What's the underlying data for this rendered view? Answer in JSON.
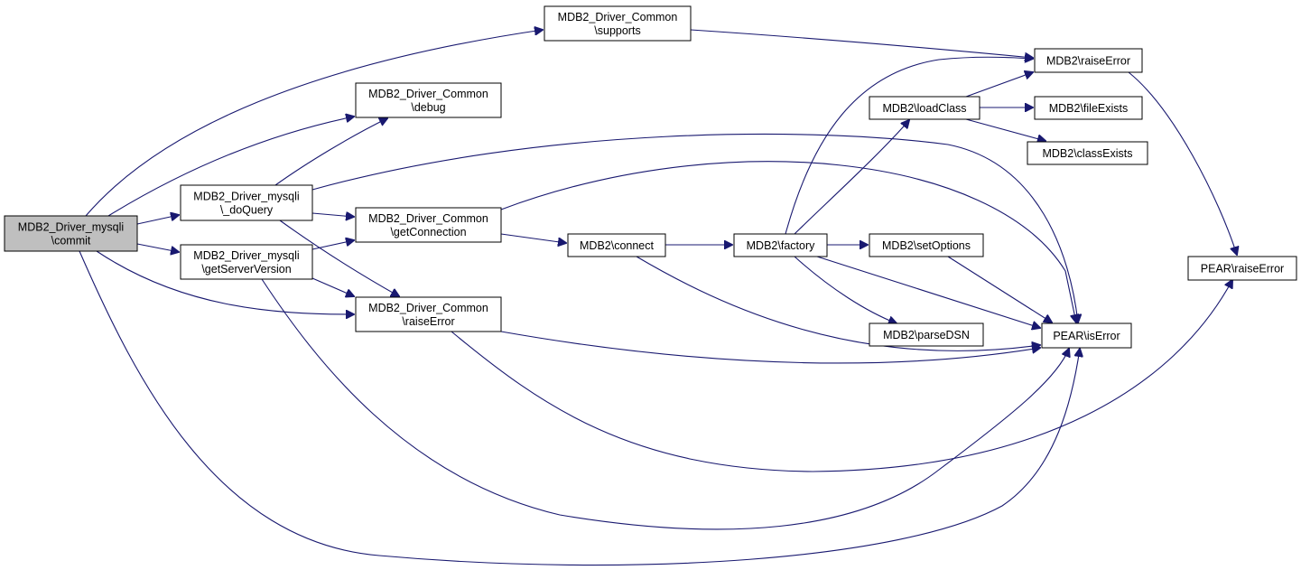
{
  "colors": {
    "edge": "#191970",
    "node_border": "#000000",
    "root_fill": "#bfbfbf",
    "node_fill": "#ffffff"
  },
  "nodes": {
    "commit": {
      "lines": [
        "MDB2_Driver_mysqli",
        "\\commit"
      ]
    },
    "supports": {
      "lines": [
        "MDB2_Driver_Common",
        "\\supports"
      ]
    },
    "debug": {
      "lines": [
        "MDB2_Driver_Common",
        "\\debug"
      ]
    },
    "doQuery": {
      "lines": [
        "MDB2_Driver_mysqli",
        "\\_doQuery"
      ]
    },
    "getServerVersion": {
      "lines": [
        "MDB2_Driver_mysqli",
        "\\getServerVersion"
      ]
    },
    "getConnection": {
      "lines": [
        "MDB2_Driver_Common",
        "\\getConnection"
      ]
    },
    "commonRaiseError": {
      "lines": [
        "MDB2_Driver_Common",
        "\\raiseError"
      ]
    },
    "connect": {
      "lines": [
        "MDB2\\connect"
      ]
    },
    "factory": {
      "lines": [
        "MDB2\\factory"
      ]
    },
    "loadClass": {
      "lines": [
        "MDB2\\loadClass"
      ]
    },
    "setOptions": {
      "lines": [
        "MDB2\\setOptions"
      ]
    },
    "parseDSN": {
      "lines": [
        "MDB2\\parseDSN"
      ]
    },
    "mdb2RaiseError": {
      "lines": [
        "MDB2\\raiseError"
      ]
    },
    "fileExists": {
      "lines": [
        "MDB2\\fileExists"
      ]
    },
    "classExists": {
      "lines": [
        "MDB2\\classExists"
      ]
    },
    "isError": {
      "lines": [
        "PEAR\\isError"
      ]
    },
    "pearRaiseError": {
      "lines": [
        "PEAR\\raiseError"
      ]
    }
  },
  "edges": [
    [
      "commit",
      "supports"
    ],
    [
      "commit",
      "debug"
    ],
    [
      "commit",
      "doQuery"
    ],
    [
      "commit",
      "getServerVersion"
    ],
    [
      "commit",
      "commonRaiseError"
    ],
    [
      "commit",
      "isError"
    ],
    [
      "doQuery",
      "debug"
    ],
    [
      "doQuery",
      "getConnection"
    ],
    [
      "doQuery",
      "commonRaiseError"
    ],
    [
      "doQuery",
      "isError"
    ],
    [
      "getServerVersion",
      "getConnection"
    ],
    [
      "getServerVersion",
      "commonRaiseError"
    ],
    [
      "getServerVersion",
      "isError"
    ],
    [
      "supports",
      "mdb2RaiseError"
    ],
    [
      "getConnection",
      "connect"
    ],
    [
      "getConnection",
      "isError"
    ],
    [
      "commonRaiseError",
      "isError"
    ],
    [
      "commonRaiseError",
      "pearRaiseError"
    ],
    [
      "connect",
      "factory"
    ],
    [
      "connect",
      "isError"
    ],
    [
      "factory",
      "loadClass"
    ],
    [
      "factory",
      "setOptions"
    ],
    [
      "factory",
      "parseDSN"
    ],
    [
      "factory",
      "mdb2RaiseError"
    ],
    [
      "factory",
      "isError"
    ],
    [
      "setOptions",
      "isError"
    ],
    [
      "loadClass",
      "mdb2RaiseError"
    ],
    [
      "loadClass",
      "fileExists"
    ],
    [
      "loadClass",
      "classExists"
    ],
    [
      "mdb2RaiseError",
      "pearRaiseError"
    ]
  ]
}
